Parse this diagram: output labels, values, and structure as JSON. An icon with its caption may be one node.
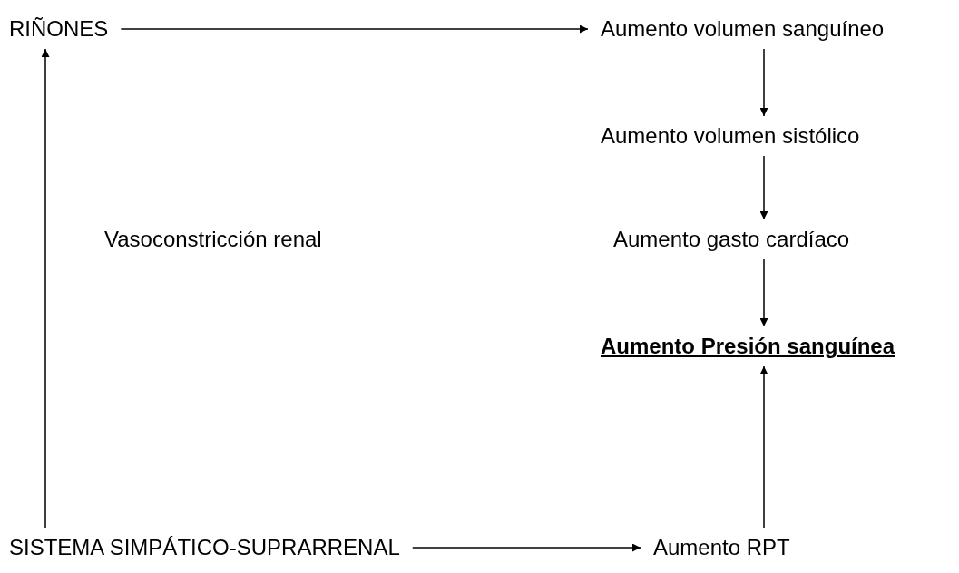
{
  "diagram": {
    "nodes": [
      {
        "text": [
          "RIÑONES"
        ]
      },
      {
        "text": [
          "Aumento volumen sanguíneo"
        ]
      },
      {
        "text": [
          "Aumento volumen sistólico"
        ]
      },
      {
        "text": [
          "Aumento gasto cardíaco"
        ]
      },
      {
        "text": [
          "Aumento Presión sanguínea"
        ]
      },
      {
        "text": [
          "SISTEMA SIMPÁTICO-SUPRARRENAL"
        ]
      },
      {
        "text": [
          "Aumento RPT"
        ]
      }
    ],
    "edges": [
      {
        "from": 0,
        "to": 1,
        "arrow": "to"
      },
      {
        "from": 1,
        "to": 2,
        "arrow": "to"
      },
      {
        "from": 2,
        "to": 3,
        "arrow": "to"
      },
      {
        "from": 3,
        "to": 4,
        "arrow": "to"
      },
      {
        "from": 6,
        "to": 4,
        "arrow": "to"
      },
      {
        "from": 5,
        "to": 6,
        "arrow": "to"
      },
      {
        "from": 5,
        "to": 0,
        "arrow": "to",
        "label": "Vasoconstricción renal"
      }
    ]
  }
}
